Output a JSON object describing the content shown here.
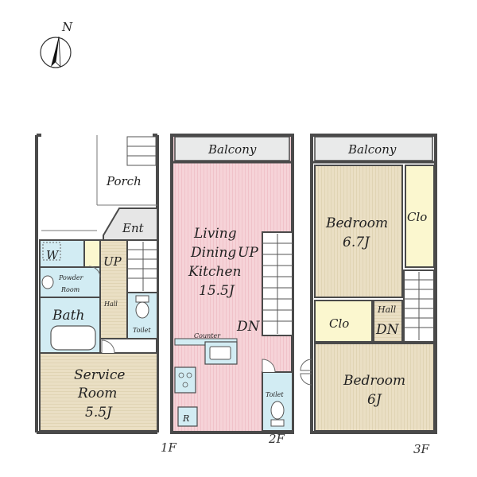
{
  "compass": {
    "label": "N"
  },
  "floors": {
    "f1": {
      "tag": "1F",
      "rooms": {
        "porch": "Porch",
        "ent": "Ent",
        "w": "W",
        "up": "UP",
        "powder_1": "Powder",
        "powder_2": "Room",
        "bath": "Bath",
        "hall": "Hall",
        "toilet": "Toilet",
        "service_1": "Service",
        "service_2": "Room",
        "service_3": "5.5J"
      }
    },
    "f2": {
      "tag": "2F",
      "rooms": {
        "balcony": "Balcony",
        "ldk_1": "Living",
        "ldk_2": "Dining",
        "ldk_3": "Kitchen",
        "ldk_4": "15.5J",
        "up": "UP",
        "dn": "DN",
        "counter": "Counter",
        "toilet": "Toilet",
        "r": "R"
      }
    },
    "f3": {
      "tag": "3F",
      "rooms": {
        "balcony": "Balcony",
        "bedroom1_1": "Bedroom",
        "bedroom1_2": "6.7J",
        "clo1": "Clo",
        "clo2": "Clo",
        "hall": "Hall",
        "dn": "DN",
        "bedroom2_1": "Bedroom",
        "bedroom2_2": "6J"
      }
    }
  },
  "colors": {
    "wall": "#4a4a4a",
    "balcony": "#e9eaea",
    "wood": "#eadfc4",
    "living": "#f6d3d8",
    "wet": "#d2ecf3",
    "closet": "#fbf7cf",
    "entry": "#e6e6e6"
  }
}
